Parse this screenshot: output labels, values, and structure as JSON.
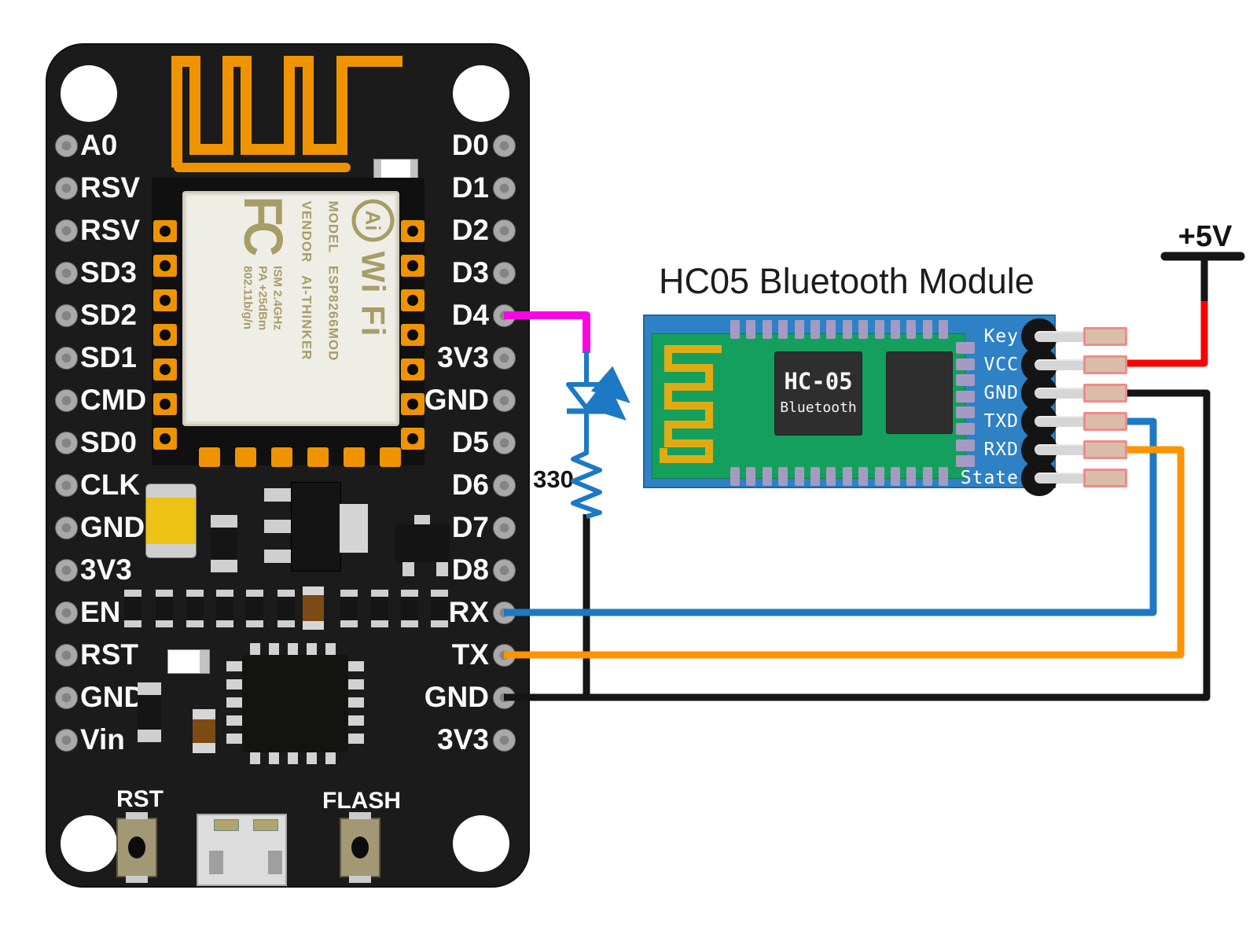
{
  "title": "HC05 Bluetooth Module",
  "circuit": {
    "power_label": "+5V",
    "resistor_label": "330"
  },
  "colors": {
    "magenta": "#fb04e4",
    "blue": "#1d79c4",
    "orange": "#ff9300",
    "red": "#f80400",
    "black": "#151515",
    "board_orange": "#ef9400",
    "hc05_blue": "#2e81c4",
    "hc05_green": "#14a05c"
  },
  "nodemcu": {
    "left_pins": [
      "A0",
      "RSV",
      "RSV",
      "SD3",
      "SD2",
      "SD1",
      "CMD",
      "SD0",
      "CLK",
      "GND",
      "3V3",
      "EN",
      "RST",
      "GND",
      "Vin"
    ],
    "right_pins": [
      "D0",
      "D1",
      "D2",
      "D3",
      "D4",
      "3V3",
      "GND",
      "D5",
      "D6",
      "D7",
      "D8",
      "RX",
      "TX",
      "GND",
      "3V3"
    ],
    "rst_button_label": "RST",
    "flash_button_label": "FLASH",
    "esp_module": {
      "fcc": "FC",
      "ai": "Ai",
      "wifi": "Wi Fi",
      "model_label": "MODEL",
      "model": "ESP8266MOD",
      "vendor_label": "VENDOR",
      "vendor": "AI-THINKER",
      "spec_ism": "ISM 2.4GHz",
      "spec_pa": "PA +25dBm",
      "spec_std": "802.11b/g/n"
    }
  },
  "hc05": {
    "chip_label": "HC-05",
    "chip_sublabel": "Bluetooth",
    "pins": [
      "Key",
      "VCC",
      "GND",
      "TXD",
      "RXD",
      "State"
    ]
  }
}
